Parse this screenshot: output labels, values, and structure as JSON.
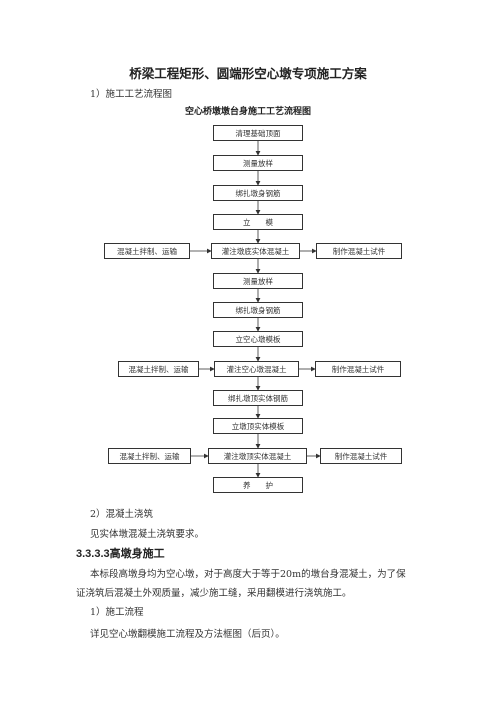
{
  "doc": {
    "title": "桥梁工程矩形、圆端形空心墩专项施工方案",
    "item1": "1）施工工艺流程图",
    "chart_title": "空心桥墩墩台身施工工艺流程图",
    "item2": "2）混凝土浇筑",
    "item2_text": "见实体墩混凝土浇筑要求。",
    "section": "3.3.3.3高墩身施工",
    "para_line1": "本标段高墩身均为空心墩，对于高度大于等于20m的墩台身混凝土，为了保",
    "para_line2": "证浇筑后混凝土外观质量，减少施工缝，采用翻模进行浇筑施工。",
    "item3": "1）施工流程",
    "item3_text": "详见空心墩翻模施工流程及方法框图（后页）。"
  },
  "flow": {
    "s1": "清理基础顶面",
    "s2": "测量放样",
    "s3": "绑扎墩身钢筋",
    "s4": "立　　模",
    "s5": "灌注墩底实体混凝土",
    "s6": "测量放样",
    "s7": "绑扎墩身钢筋",
    "s8": "立空心墩模板",
    "s9": "灌注空心墩混凝土",
    "s10": "绑扎墩顶实体钢筋",
    "s11": "立墩顶实体模板",
    "s12": "灌注墩顶实体混凝土",
    "s13": "养　　护",
    "l1": "混凝土拌制、运输",
    "l2": "混凝土拌制、运输",
    "l3": "混凝土拌制、运输",
    "r1": "制作混凝土试件",
    "r2": "制作混凝土试件",
    "r3": "制作混凝土试件"
  }
}
